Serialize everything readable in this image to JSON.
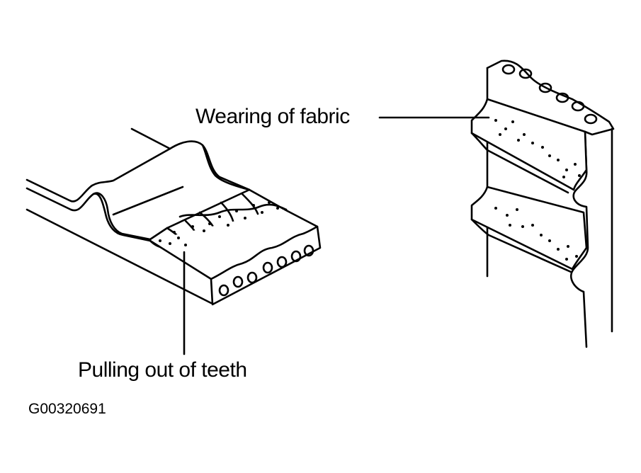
{
  "labels": {
    "wearing": "Wearing of fabric",
    "pulling": "Pulling out of teeth",
    "figure_code": "G00320691"
  },
  "colors": {
    "ink": "#000000",
    "paper": "#ffffff"
  }
}
